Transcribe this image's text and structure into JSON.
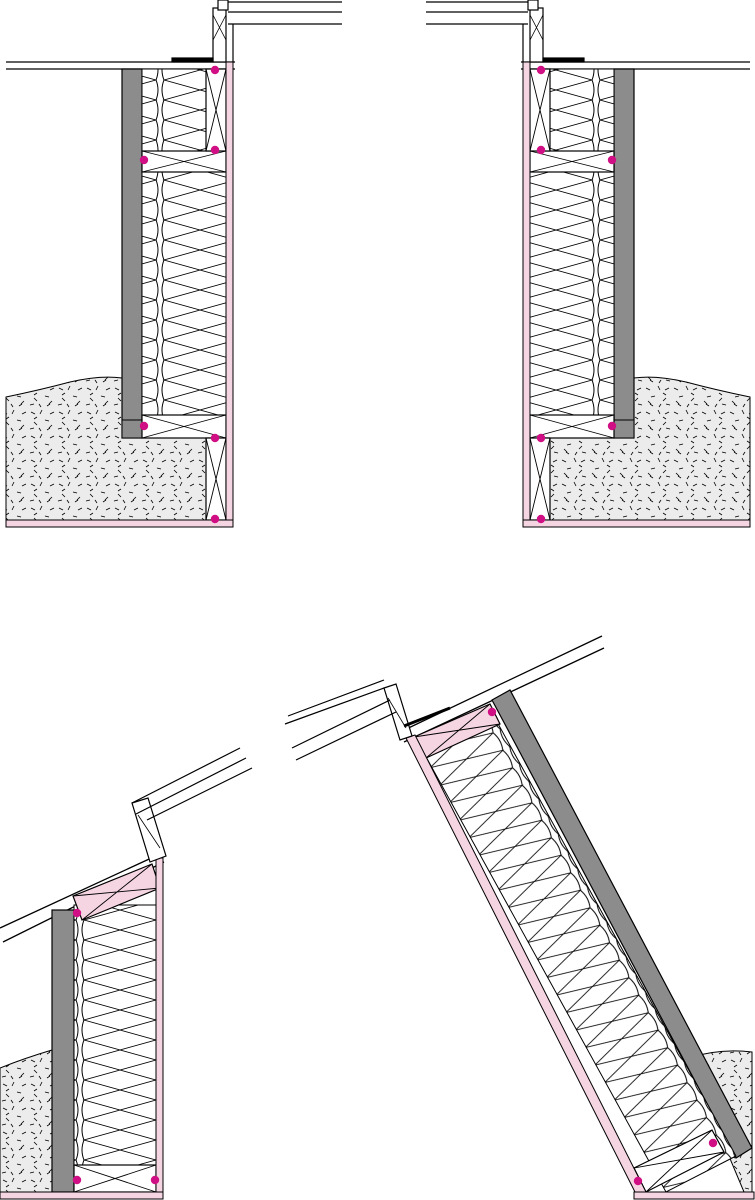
{
  "diagram": {
    "labels": [],
    "colors": {
      "background": "#ffffff",
      "line": "#000000",
      "membrane": "#f5d5e2",
      "sealant_dot": "#d10f84",
      "foundation_wall": "#8c8c8c",
      "insulation": "#ffffff",
      "soil": "#ececec"
    },
    "panels": [
      {
        "id": "top-left",
        "orientation": "vertical",
        "side": "left"
      },
      {
        "id": "top-right",
        "orientation": "vertical",
        "side": "right"
      },
      {
        "id": "bottom-left",
        "orientation": "vertical-under-sloped-roof"
      },
      {
        "id": "bottom-right",
        "orientation": "sloped"
      }
    ],
    "icons": [
      "sealant-dot",
      "batt-insulation",
      "wood-blocking",
      "soil-fill",
      "foundation-wall",
      "air-barrier-membrane"
    ]
  }
}
